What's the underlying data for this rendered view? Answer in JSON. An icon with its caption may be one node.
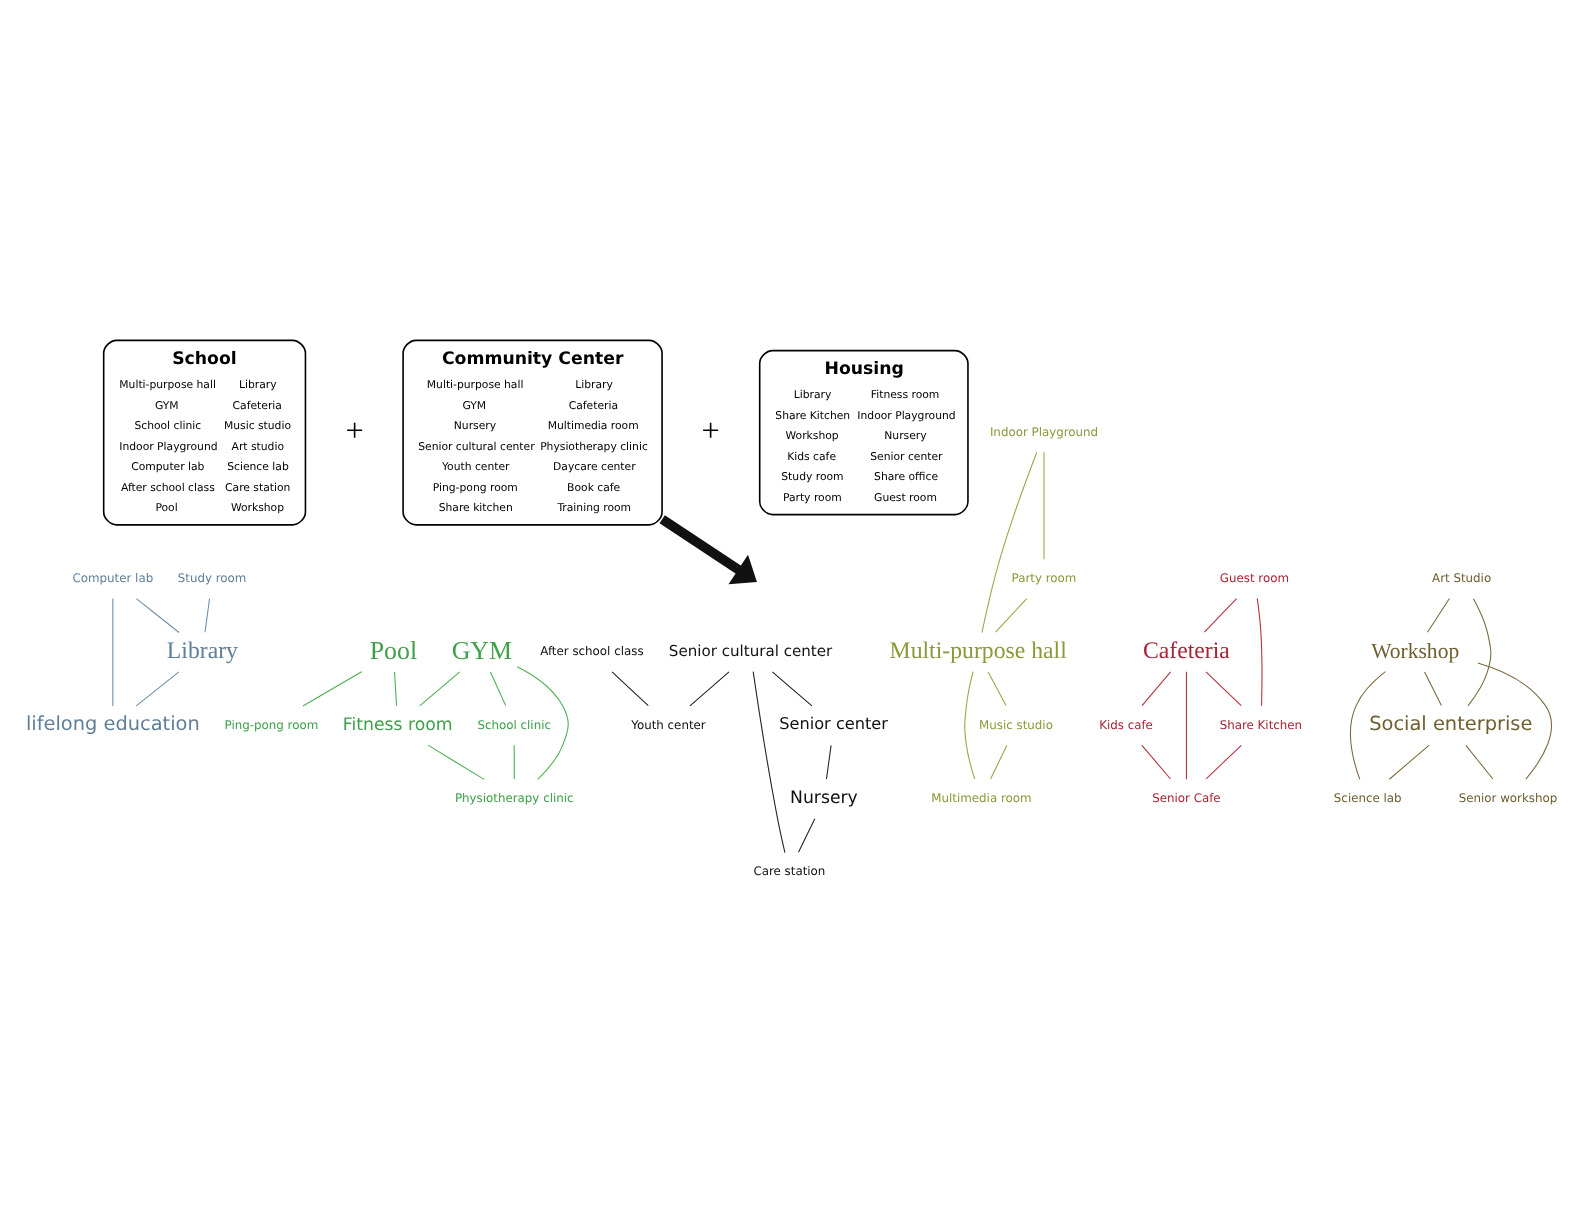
{
  "diagram": {
    "nodes": [
      {
        "text": [
          "School",
          "Multi-purpose hall",
          "Library",
          "GYM",
          "Cafeteria",
          "School clinic",
          "Music studio",
          "Indoor Playground",
          "Art studio",
          "Computer lab",
          "Science lab",
          "After school class",
          "Care station",
          "Pool",
          "Workshop"
        ]
      },
      {
        "text": [
          "Community Center",
          "Multi-purpose hall",
          "Library",
          "GYM",
          "Cafeteria",
          "Nursery",
          "Multimedia room",
          "Senior cultural center",
          "Physiotherapy clinic",
          "Youth center",
          "Daycare center",
          "Ping-pong room",
          "Book cafe",
          "Share kitchen",
          "Training room"
        ]
      },
      {
        "text": [
          "Housing",
          "Library",
          "Fitness room",
          "Share Kitchen",
          "Indoor Playground",
          "Workshop",
          "Nursery",
          "Kids cafe",
          "Senior center",
          "Study room",
          "Share office",
          "Party room",
          "Guest room"
        ]
      },
      {
        "text": [
          "Computer lab"
        ]
      },
      {
        "text": [
          "Study room"
        ]
      },
      {
        "text": [
          "Library"
        ]
      },
      {
        "text": [
          "lifelong education"
        ]
      },
      {
        "text": [
          "Ping-pong room"
        ]
      },
      {
        "text": [
          "Pool"
        ]
      },
      {
        "text": [
          "GYM"
        ]
      },
      {
        "text": [
          "School clinic"
        ]
      },
      {
        "text": [
          "Fitness room"
        ]
      },
      {
        "text": [
          "Physiotherapy clinic"
        ]
      },
      {
        "text": [
          "Indoor Playground"
        ]
      },
      {
        "text": [
          "Party room"
        ]
      },
      {
        "text": [
          "Multi-purpose hall"
        ]
      },
      {
        "text": [
          "Music studio"
        ]
      },
      {
        "text": [
          "Multimedia room"
        ]
      },
      {
        "text": [
          "After school class"
        ]
      },
      {
        "text": [
          "Senior center"
        ]
      },
      {
        "text": [
          "Senior cultural center"
        ]
      },
      {
        "text": [
          "Youth center"
        ]
      },
      {
        "text": [
          "Care station"
        ]
      },
      {
        "text": [
          "Nursery"
        ]
      },
      {
        "text": [
          "Guest room"
        ]
      },
      {
        "text": [
          "Cafeteria"
        ]
      },
      {
        "text": [
          "Kids cafe"
        ]
      },
      {
        "text": [
          "Share Kitchen"
        ]
      },
      {
        "text": [
          "Senior Cafe"
        ]
      },
      {
        "text": [
          "Art Studio"
        ]
      },
      {
        "text": [
          "Workshop"
        ]
      },
      {
        "text": [
          "Social enterprise"
        ]
      },
      {
        "text": [
          "Science lab"
        ]
      },
      {
        "text": [
          "Senior workshop"
        ]
      }
    ],
    "edges": [
      {
        "from": 1,
        "to": null,
        "arrow": "to",
        "style": "thick",
        "color": "#111111"
      },
      {
        "from": 3,
        "to": 5,
        "arrow": "none",
        "color": "#6f8fa8"
      },
      {
        "from": 3,
        "to": 6,
        "arrow": "none",
        "color": "#6f8fa8"
      },
      {
        "from": 4,
        "to": 5,
        "arrow": "none",
        "color": "#6f8fa8"
      },
      {
        "from": 5,
        "to": 6,
        "arrow": "none",
        "color": "#6f8fa8"
      },
      {
        "from": 8,
        "to": 7,
        "arrow": "none",
        "color": "#4caf50"
      },
      {
        "from": 8,
        "to": 11,
        "arrow": "none",
        "color": "#4caf50"
      },
      {
        "from": 9,
        "to": 10,
        "arrow": "none",
        "color": "#4caf50"
      },
      {
        "from": 9,
        "to": 12,
        "arrow": "none",
        "color": "#4caf50"
      },
      {
        "from": 9,
        "to": 11,
        "arrow": "none",
        "color": "#4caf50"
      },
      {
        "from": 10,
        "to": 12,
        "arrow": "none",
        "color": "#4caf50"
      },
      {
        "from": 11,
        "to": 12,
        "arrow": "none",
        "color": "#4caf50"
      },
      {
        "from": 13,
        "to": 14,
        "arrow": "none",
        "color": "#9aa64a"
      },
      {
        "from": 13,
        "to": 15,
        "arrow": "none",
        "color": "#9aa64a"
      },
      {
        "from": 14,
        "to": 15,
        "arrow": "none",
        "color": "#9aa64a"
      },
      {
        "from": 15,
        "to": 16,
        "arrow": "none",
        "color": "#9aa64a"
      },
      {
        "from": 15,
        "to": 17,
        "arrow": "none",
        "color": "#9aa64a"
      },
      {
        "from": 16,
        "to": 17,
        "arrow": "none",
        "color": "#9aa64a"
      },
      {
        "from": 18,
        "to": 21,
        "arrow": "none",
        "color": "#222222"
      },
      {
        "from": 20,
        "to": 19,
        "arrow": "none",
        "color": "#222222"
      },
      {
        "from": 19,
        "to": 23,
        "arrow": "none",
        "color": "#222222"
      },
      {
        "from": 20,
        "to": 21,
        "arrow": "none",
        "color": "#222222"
      },
      {
        "from": 20,
        "to": 22,
        "arrow": "none",
        "color": "#222222"
      },
      {
        "from": 23,
        "to": 22,
        "arrow": "none",
        "color": "#222222"
      },
      {
        "from": 24,
        "to": 25,
        "arrow": "none",
        "color": "#b5303f"
      },
      {
        "from": 24,
        "to": 27,
        "arrow": "none",
        "color": "#b5303f"
      },
      {
        "from": 25,
        "to": 27,
        "arrow": "none",
        "color": "#b5303f"
      },
      {
        "from": 25,
        "to": 26,
        "arrow": "none",
        "color": "#b5303f"
      },
      {
        "from": 25,
        "to": 28,
        "arrow": "none",
        "color": "#b5303f"
      },
      {
        "from": 26,
        "to": 28,
        "arrow": "none",
        "color": "#b5303f"
      },
      {
        "from": 27,
        "to": 28,
        "arrow": "none",
        "color": "#b5303f"
      },
      {
        "from": 29,
        "to": 30,
        "arrow": "none",
        "color": "#7a6a3a"
      },
      {
        "from": 29,
        "to": 31,
        "arrow": "none",
        "color": "#7a6a3a"
      },
      {
        "from": 30,
        "to": 31,
        "arrow": "none",
        "color": "#7a6a3a"
      },
      {
        "from": 30,
        "to": 32,
        "arrow": "none",
        "color": "#7a6a3a"
      },
      {
        "from": 30,
        "to": 33,
        "arrow": "none",
        "color": "#7a6a3a"
      },
      {
        "from": 31,
        "to": 32,
        "arrow": "none",
        "color": "#7a6a3a"
      },
      {
        "from": 31,
        "to": 33,
        "arrow": "none",
        "color": "#7a6a3a"
      }
    ],
    "labels": [
      "+",
      "+"
    ]
  }
}
